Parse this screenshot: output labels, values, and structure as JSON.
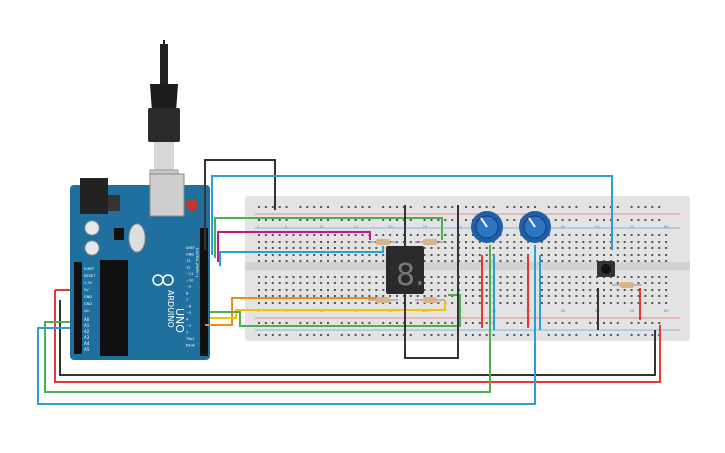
{
  "arduino": {
    "brand": "ARDUINO",
    "model": "UNO",
    "digital_header": "DIGITAL (PWM~)",
    "pin_labels": [
      "AREF",
      "GND",
      "13",
      "12",
      "~11",
      "~10",
      "~9",
      "8",
      "7",
      "~6",
      "~5",
      "4",
      "~3",
      "2",
      "TX▸1",
      "RX◂0"
    ],
    "power_labels": [
      "IOREF",
      "RESET",
      "3.3V",
      "5V",
      "GND",
      "GND",
      "Vin"
    ],
    "analog_labels": [
      "A0",
      "A1",
      "A2",
      "A3",
      "A4",
      "A5"
    ]
  },
  "breadboard": {
    "column_numbers": [
      "1",
      "5",
      "10",
      "15",
      "20",
      "25",
      "30",
      "35",
      "40",
      "45",
      "50",
      "55",
      "60"
    ]
  },
  "display": {
    "digit": "8."
  },
  "colors": {
    "board": "#1f6f9f",
    "breadboard": "#e3e3e3",
    "wire_black": "#333333",
    "wire_blue": "#2a9fd6",
    "wire_green": "#4caf50",
    "wire_red": "#e53935",
    "wire_yellow": "#f2c400",
    "wire_orange": "#ef8a1c",
    "wire_magenta": "#c2188a",
    "pot": "#1e5fa8"
  }
}
